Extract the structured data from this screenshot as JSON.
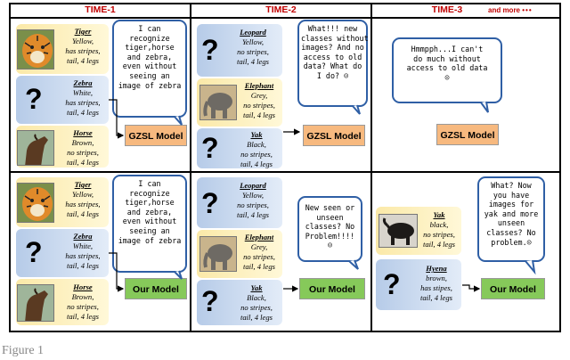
{
  "headers": {
    "time1": "TIME-1",
    "time2": "TIME-2",
    "time3": "TIME-3",
    "more": "and more"
  },
  "animals": {
    "tiger": {
      "name": "Tiger",
      "l1": "Yellow,",
      "l2": "has stripes,",
      "l3": "tail, 4 legs"
    },
    "zebra": {
      "name": "Zebra",
      "l1": "White,",
      "l2": "has stripes,",
      "l3": "tail, 4 legs"
    },
    "horse": {
      "name": "Horse",
      "l1": "Brown,",
      "l2": "no stripes,",
      "l3": "tail, 4 legs"
    },
    "leopard": {
      "name": "Leopard",
      "l1": "Yellow,",
      "l2": "no stripes,",
      "l3": "tail, 4 legs"
    },
    "elephant": {
      "name": "Elephant",
      "l1": "Grey,",
      "l2": "no stripes,",
      "l3": "tail, 4 legs"
    },
    "yak": {
      "name": "Yak",
      "l1": "Black,",
      "l2": "no stripes,",
      "l3": "tail, 4 legs"
    },
    "yak3": {
      "name": "Yak",
      "l1": "black,",
      "l2": "no stripes,",
      "l3": "tail, 4 legs"
    },
    "hyena": {
      "name": "Hyena",
      "l1": "brown,",
      "l2": "has stipes,",
      "l3": "tail, 4 legs"
    }
  },
  "unknown_mark": "?",
  "bubbles": {
    "t1": [
      "I can",
      "recognize",
      "tiger,horse",
      "and zebra,",
      "even without",
      "seeing an",
      "image of zebra"
    ],
    "t2": [
      "What!!! new",
      "classes without",
      "images? And no",
      "access to old",
      "data? What do",
      "I do? ☹"
    ],
    "t3": [
      "Hmmpph...I can't",
      "do much without",
      "access to old data",
      "☹"
    ],
    "b1": [
      "I can",
      "recognize",
      "tiger,horse",
      "and zebra,",
      "even without",
      "seeing an",
      "image of zebra"
    ],
    "b2": [
      "New seen or",
      "unseen",
      "classes? No",
      "Problem!!!!",
      "☺"
    ],
    "b3": [
      "What? Now",
      "you have",
      "images for",
      "yak and more",
      "unseen",
      "classes? No",
      "problem.☺"
    ]
  },
  "models": {
    "gzsl": "GZSL Model",
    "ours": "Our Model"
  },
  "caption_fragment": "Figure 1",
  "colors": {
    "frame": "#000000",
    "header": "#c00000",
    "gzsl": "#f7b97f",
    "ours": "#86c95a",
    "bubble_border": "#2f5fa5"
  }
}
